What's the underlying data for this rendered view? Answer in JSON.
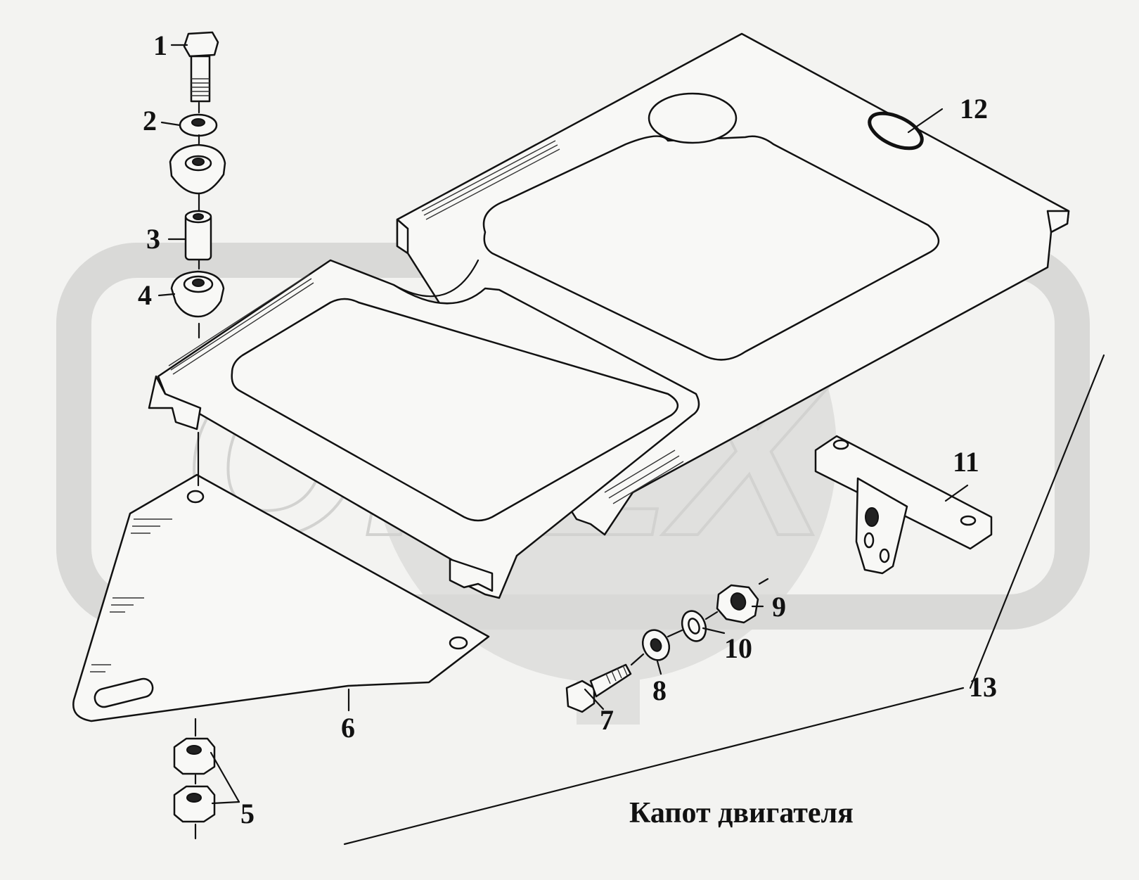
{
  "watermark": {
    "text": "OPEX",
    "color": "#d2d2d0"
  },
  "caption": "Капот двигателя",
  "callouts": [
    {
      "id": "1",
      "label": "1"
    },
    {
      "id": "2",
      "label": "2"
    },
    {
      "id": "3",
      "label": "3"
    },
    {
      "id": "4",
      "label": "4"
    },
    {
      "id": "5",
      "label": "5"
    },
    {
      "id": "6",
      "label": "6"
    },
    {
      "id": "7",
      "label": "7"
    },
    {
      "id": "8",
      "label": "8"
    },
    {
      "id": "9",
      "label": "9"
    },
    {
      "id": "10",
      "label": "10"
    },
    {
      "id": "11",
      "label": "11"
    },
    {
      "id": "12",
      "label": "12"
    },
    {
      "id": "13",
      "label": "13"
    }
  ]
}
